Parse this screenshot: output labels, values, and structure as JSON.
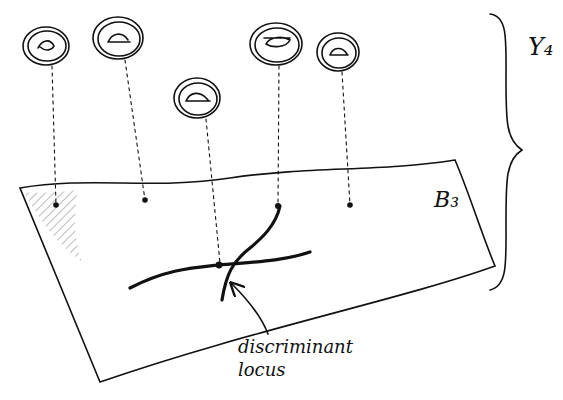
{
  "diagram": {
    "labels": [
      "B₃",
      "Y₄",
      "discriminant locus"
    ]
  }
}
